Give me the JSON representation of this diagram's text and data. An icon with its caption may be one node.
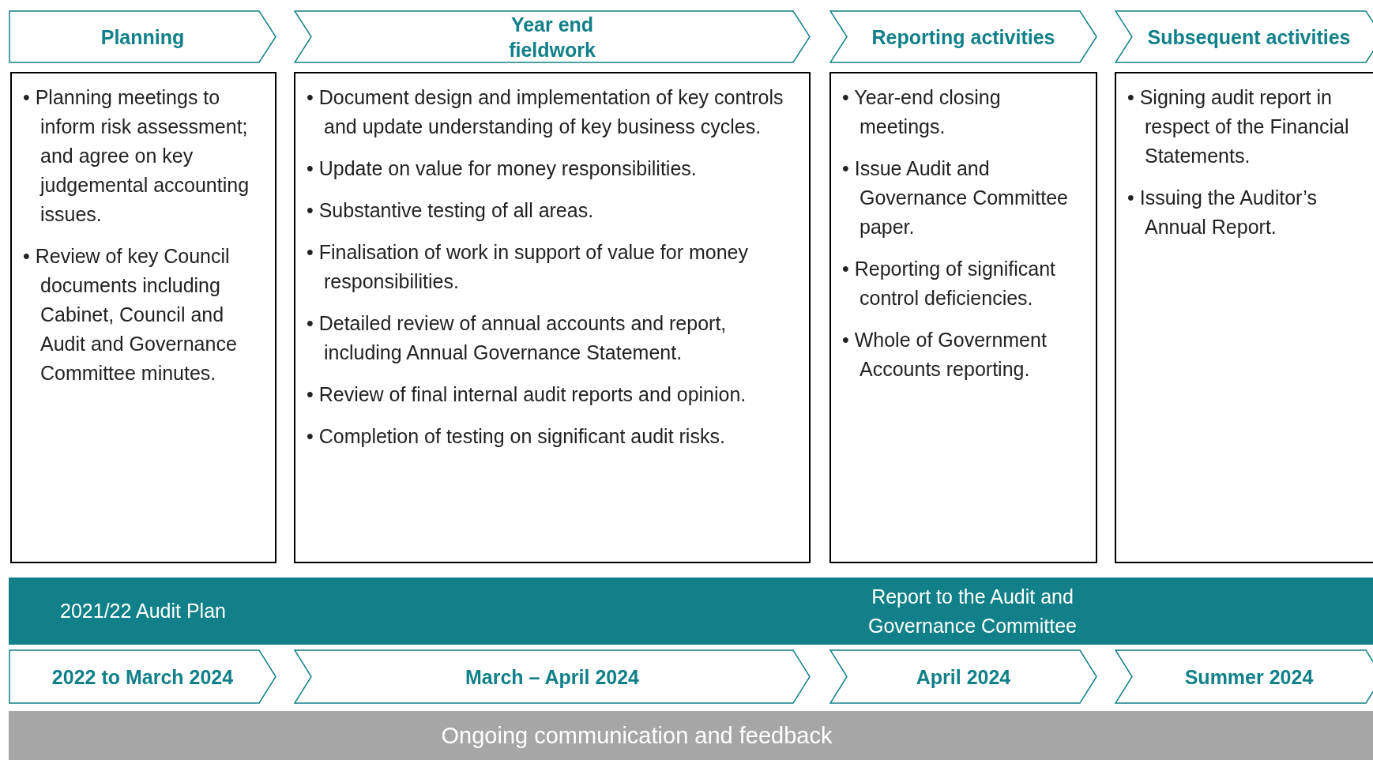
{
  "diagram": {
    "nodes": [
      {
        "text": [
          "Planning"
        ]
      },
      {
        "text": [
          "Year end fieldwork"
        ]
      },
      {
        "text": [
          "Reporting activities"
        ]
      },
      {
        "text": [
          "Subsequent activities"
        ]
      },
      {
        "text": [
          "• Planning meetings to inform risk assessment; and agree on key judgemental accounting issues.",
          "• Review of key Council documents including Cabinet, Council and Audit and Governance Committee minutes."
        ]
      },
      {
        "text": [
          "• Document design and implementation of key controls and update understanding of key business cycles.",
          "• Update on value for money responsibilities.",
          "• Substantive testing of all areas.",
          "• Finalisation of work in support of value for money responsibilities.",
          "• Detailed review of annual accounts and report, including Annual Governance Statement.",
          "• Review of final internal audit reports and opinion.",
          "• Completion of testing on significant audit risks."
        ]
      },
      {
        "text": [
          "• Year-end closing meetings.",
          "• Issue Audit and Governance Committee paper.",
          "• Reporting of significant control deficiencies.",
          "• Whole of Government Accounts reporting."
        ]
      },
      {
        "text": [
          "• Signing audit report in respect of the Financial Statements.",
          "• Issuing the Auditor’s Annual Report."
        ]
      },
      {
        "text": [
          "2021/22 Audit Plan",
          "Report to the Audit and Governance Committee"
        ]
      },
      {
        "text": [
          "2022 to March 2024"
        ]
      },
      {
        "text": [
          "March – April 2024"
        ]
      },
      {
        "text": [
          "April 2024"
        ]
      },
      {
        "text": [
          "Summer 2024"
        ]
      },
      {
        "text": [
          "Ongoing communication and feedback"
        ]
      }
    ],
    "edges": []
  }
}
